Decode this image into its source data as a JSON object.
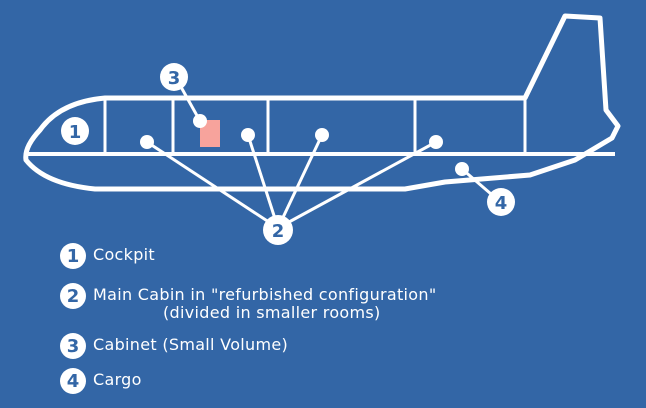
{
  "colors": {
    "background": "#3366a6",
    "line": "#ffffff",
    "cabinet": "#f7a39c"
  },
  "markers": {
    "cockpit": "1",
    "main_cabin": "2",
    "cabinet": "3",
    "cargo": "4"
  },
  "legend": [
    {
      "number": "1",
      "label": "Cockpit"
    },
    {
      "number": "2",
      "label": "Main Cabin in \"refurbished configuration\"",
      "label2": "(divided in smaller rooms)"
    },
    {
      "number": "3",
      "label": "Cabinet (Small Volume)"
    },
    {
      "number": "4",
      "label": "Cargo"
    }
  ]
}
